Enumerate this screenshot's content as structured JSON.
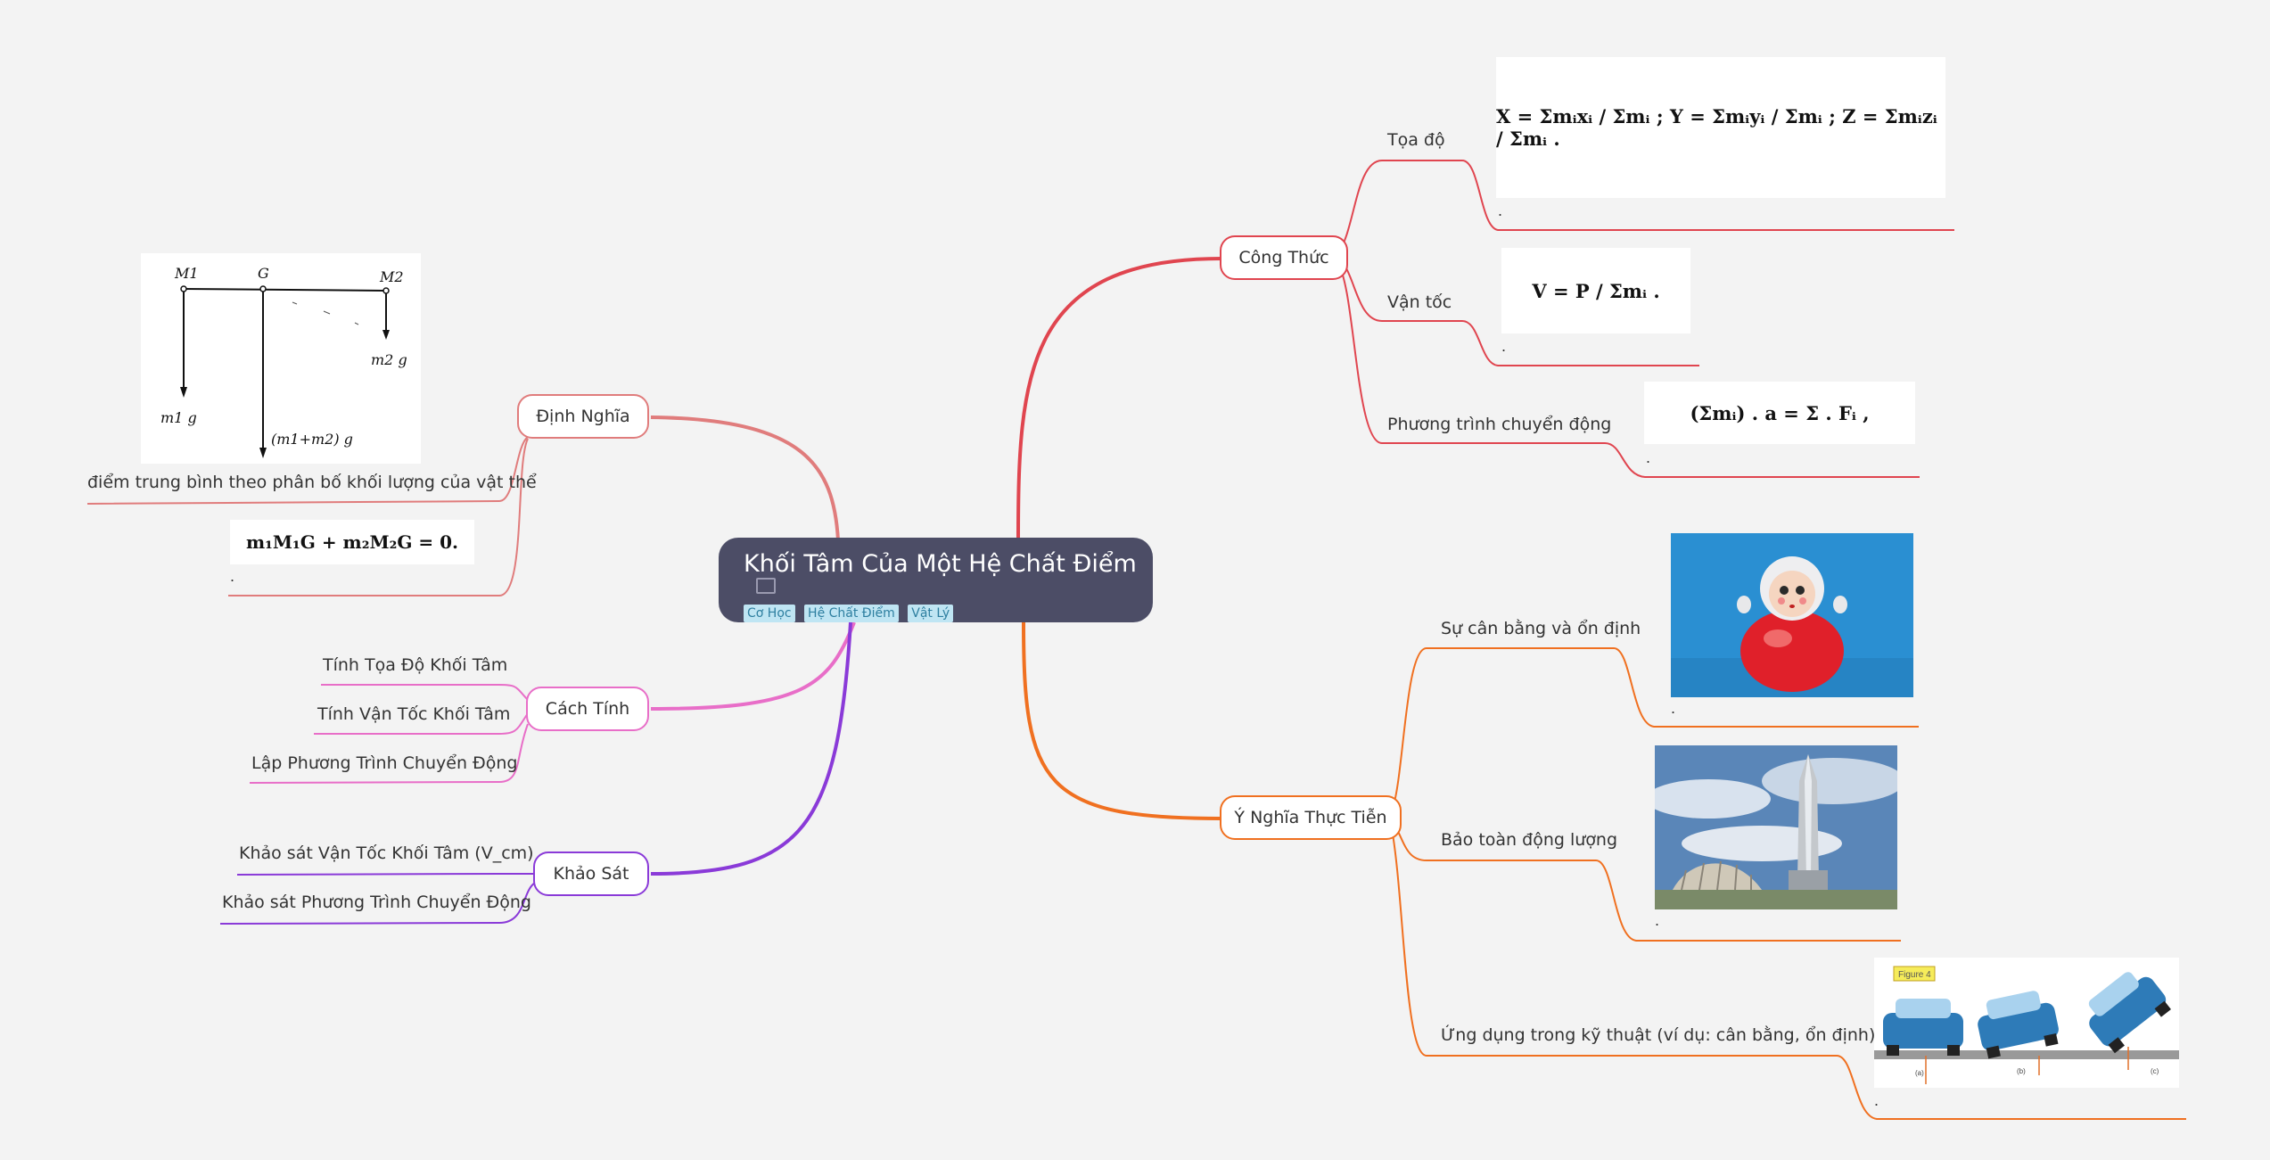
{
  "root": {
    "title": "Khối Tâm Của Một Hệ Chất Điểm",
    "tags": [
      "Cơ Học",
      "Hệ Chất Điểm",
      "Vật Lý"
    ]
  },
  "colors": {
    "root_bg": "#4c4d66",
    "cong_thuc": "#e0454f",
    "y_nghia": "#f07020",
    "dinh_nghia": "#e07c7c",
    "cach_tinh": "#e86ec8",
    "khao_sat": "#8a3ad8"
  },
  "branches": {
    "dinh_nghia": {
      "label": "Định Nghĩa",
      "children": [
        "điểm trung bình theo phân bố khối lượng của vật thể",
        "."
      ],
      "diagram_labels": [
        "M1",
        "G",
        "M2",
        "m2 g",
        "m1 g",
        "(m1+m2) g"
      ],
      "formula": "m₁M₁G + m₂M₂G = 0."
    },
    "cach_tinh": {
      "label": "Cách Tính",
      "children": [
        "Tính Tọa Độ Khối Tâm",
        "Tính Vận Tốc Khối Tâm",
        "Lập Phương Trình Chuyển Động"
      ]
    },
    "khao_sat": {
      "label": "Khảo Sát",
      "children": [
        "Khảo sát Vận Tốc Khối Tâm (V_cm)",
        "Khảo sát Phương Trình Chuyển Động"
      ]
    },
    "cong_thuc": {
      "label": "Công Thức",
      "children": [
        {
          "label": "Tọa độ",
          "dot": ".",
          "formula": "X = Σmᵢxᵢ / Σmᵢ ; Y = Σmᵢyᵢ / Σmᵢ ; Z = Σmᵢzᵢ / Σmᵢ ."
        },
        {
          "label": "Vận tốc",
          "dot": ".",
          "formula": "V = P / Σmᵢ ."
        },
        {
          "label": "Phương trình chuyển động",
          "dot": ".",
          "formula": "(Σmᵢ) . a = Σ . Fᵢ ,"
        }
      ]
    },
    "y_nghia": {
      "label": "Ý Nghĩa Thực Tiễn",
      "children": [
        {
          "label": "Sự cân bằng và ổn định",
          "dot": "."
        },
        {
          "label": "Bảo toàn động lượng",
          "dot": "."
        },
        {
          "label": "Ứng dụng trong kỹ thuật (ví dụ: cân bằng, ổn định)",
          "dot": ".",
          "figure_label": "Figure 4",
          "figure_sublabels": [
            "(a)",
            "(b)",
            "(c)"
          ]
        }
      ]
    }
  }
}
